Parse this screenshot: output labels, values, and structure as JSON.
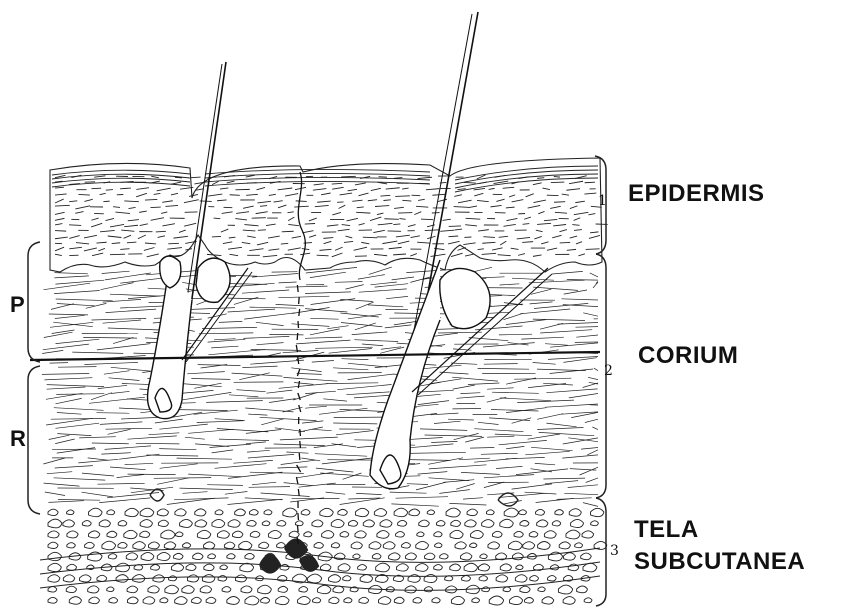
{
  "labels": {
    "epidermis": "EPIDERMIS",
    "corium": "CORIUM",
    "tela_line1": "TELA",
    "tela_line2": "SUBCUTANEA",
    "p": "P",
    "r": "R",
    "n1": "1",
    "n2": "2",
    "n3": "3"
  }
}
